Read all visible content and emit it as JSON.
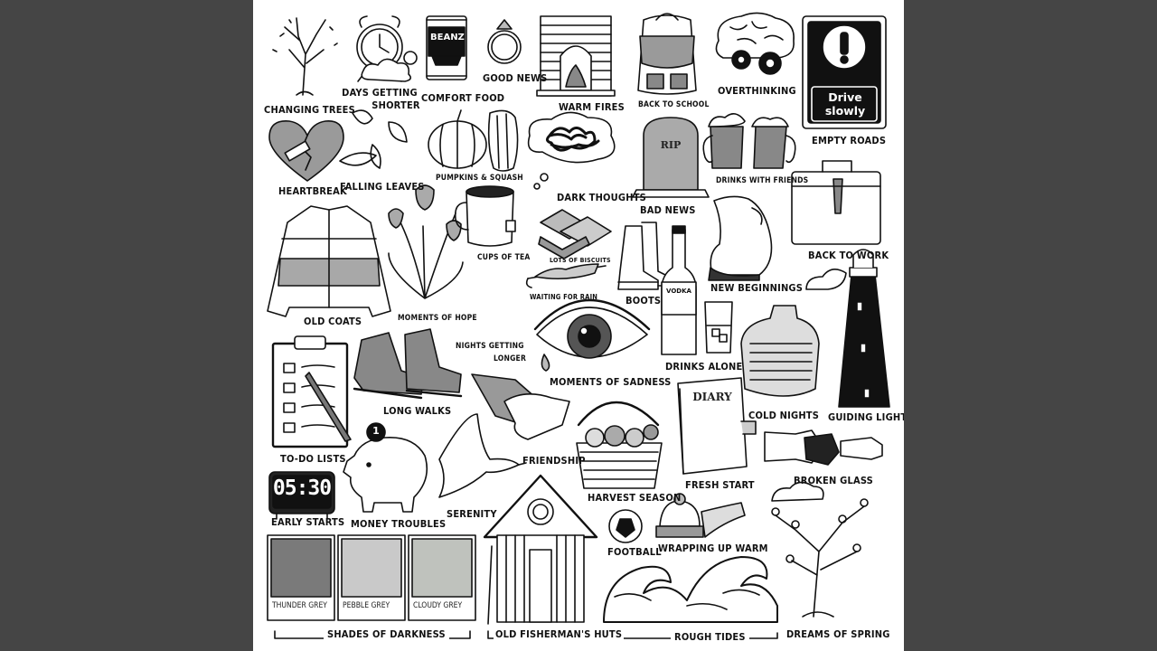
{
  "labels": {
    "changing_trees": "CHANGING TREES",
    "days_getting": "DAYS GETTING",
    "shorter": "SHORTER",
    "comfort_food": "COMFORT FOOD",
    "good_news": "GOOD NEWS",
    "warm_fires": "WARM FIRES",
    "back_to_school": "BACK TO SCHOOL",
    "overthinking": "OVERTHINKING",
    "empty_roads": "EMPTY ROADS",
    "heartbreak": "HEARTBREAK",
    "falling_leaves": "FALLING LEAVES",
    "pumpkins_squash": "PUMPKINS & SQUASH",
    "dark_thoughts": "DARK THOUGHTS",
    "bad_news": "BAD NEWS",
    "drinks_with_friends": "DRINKS WITH FRIENDS",
    "back_to_work": "BACK TO WORK",
    "cups_of_tea": "CUPS OF TEA",
    "lots_of_biscuits": "LOTS OF BISCUITS",
    "boots": "BOOTS",
    "new_beginnings": "NEW BEGINNINGS",
    "old_coats": "OLD COATS",
    "moments_of_hope": "MOMENTS OF HOPE",
    "waiting_for_rain": "WAITING FOR RAIN",
    "nights_getting": "NIGHTS GETTING",
    "longer": "LONGER",
    "moments_of_sadness": "MOMENTS OF SADNESS",
    "drinks_alone": "DRINKS ALONE",
    "cold_nights": "COLD NIGHTS",
    "guiding_lights": "GUIDING LIGHTS",
    "long_walks": "LONG WALKS",
    "friendship": "FRIENDSHIP",
    "harvest_season": "HARVEST SEASON",
    "fresh_start": "FRESH START",
    "broken_glass": "BROKEN GLASS",
    "to_do_lists": "TO-DO LISTS",
    "early_starts": "EARLY STARTS",
    "money_troubles": "MONEY TROUBLES",
    "serenity": "SERENITY",
    "football": "FOOTBALL",
    "wrapping_up_warm": "WRAPPING UP WARM",
    "thunder_grey": "THUNDER GREY",
    "pebble_grey": "PEBBLE GREY",
    "cloudy_grey": "CLOUDY GREY",
    "shades_of_darkness": "SHADES OF DARKNESS",
    "old_fishermans_huts": "OLD FISHERMAN'S HUTS",
    "rough_tides": "ROUGH TIDES",
    "dreams_of_spring": "DREAMS OF SPRING"
  },
  "item_text": {
    "sign_line1": "Drive",
    "sign_line2": "slowly",
    "tin_brand": "BEANZ",
    "gravestone": "RIP",
    "bottle": "VODKA",
    "diary": "DIARY",
    "clock": "05:30",
    "coin": "1"
  },
  "colors": {
    "frame": "#454545",
    "canvas": "#ffffff",
    "ink": "#111111",
    "thunder_grey": "#7a7a7a",
    "pebble_grey": "#c9c9c9",
    "cloudy_grey": "#bfc2bd"
  },
  "icons": [
    "tree-icon",
    "alarm-clock-icon",
    "bean-tin-icon",
    "ring-icon",
    "fireplace-icon",
    "backpack-icon",
    "brain-gears-icon",
    "warning-sign-icon",
    "broken-heart-icon",
    "leaves-icon",
    "pumpkin-icon",
    "scribble-cloud-icon",
    "gravestone-icon",
    "beer-mugs-icon",
    "briefcase-icon",
    "puffer-coat-icon",
    "plant-icon",
    "tea-mug-icon",
    "biscuits-icon",
    "wellington-boots-icon",
    "pregnant-belly-icon",
    "umbrella-icon",
    "eye-icon",
    "vodka-bottle-icon",
    "hot-water-bottle-icon",
    "lighthouse-icon",
    "clipboard-icon",
    "hiking-boots-icon",
    "handshake-icon",
    "basket-icon",
    "diary-icon",
    "broken-bottle-icon",
    "digital-clock-icon",
    "piggy-bank-icon",
    "dove-icon",
    "hut-icon",
    "football-icon",
    "hat-scarf-icon",
    "waves-icon",
    "blossom-tree-icon"
  ]
}
